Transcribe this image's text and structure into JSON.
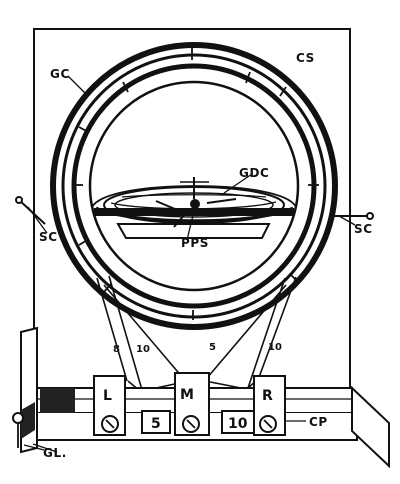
{
  "diagram": {
    "labels": {
      "gc": "GC",
      "cs": "CS",
      "gdc": "GDC",
      "pps": "PPS",
      "sc_left": "SC",
      "sc_right": "SC",
      "cp": "CP",
      "gl": "GL."
    },
    "wire_labels": {
      "left_8": "8",
      "left_10": "10",
      "right_5": "5",
      "right_10": "10"
    },
    "terminals": {
      "left": "L",
      "middle": "M",
      "right": "R"
    },
    "coil_boxes": {
      "left_value": "5",
      "right_value": "10"
    }
  }
}
